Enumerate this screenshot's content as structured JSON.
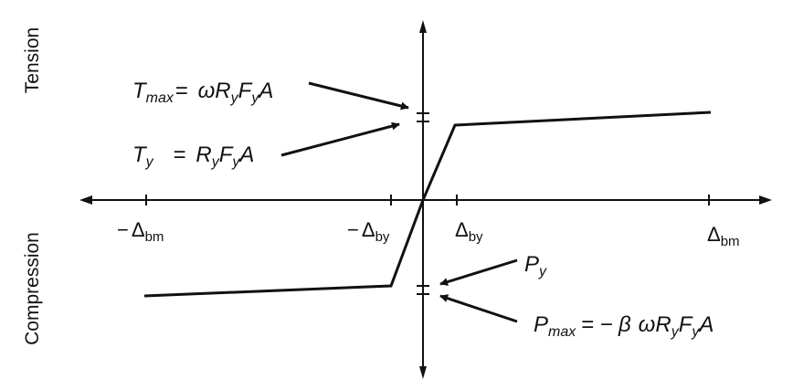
{
  "axis_labels": {
    "positive_y": "Tension",
    "negative_y": "Compression"
  },
  "x_ticks": {
    "neg_dbm": {
      "prefix": "−",
      "delta": "Δ",
      "sub": "bm"
    },
    "neg_dby": {
      "prefix": "−",
      "delta": "Δ",
      "sub": "by"
    },
    "pos_dby": {
      "delta": "Δ",
      "sub": "by"
    },
    "pos_dbm": {
      "delta": "Δ",
      "sub": "bm"
    }
  },
  "annotations": {
    "tmax": {
      "T": "T",
      "T_sub": "max",
      "eq": "= ",
      "omega": "ω",
      "R": "R",
      "R_sub": "y",
      "F": "F",
      "F_sub": "y",
      "A": "A"
    },
    "ty": {
      "T": "T",
      "T_sub": "y",
      "eq": "= ",
      "R": "R",
      "R_sub": "y",
      "F": "F",
      "F_sub": "y",
      "A": "A"
    },
    "py": {
      "P": "P",
      "P_sub": "y"
    },
    "pmax": {
      "P": "P",
      "P_sub": "max",
      "eq": "= −",
      "beta": "β",
      "omega": "ω",
      "R": "R",
      "R_sub": "y",
      "F": "F",
      "F_sub": "y",
      "A": "A"
    }
  }
}
